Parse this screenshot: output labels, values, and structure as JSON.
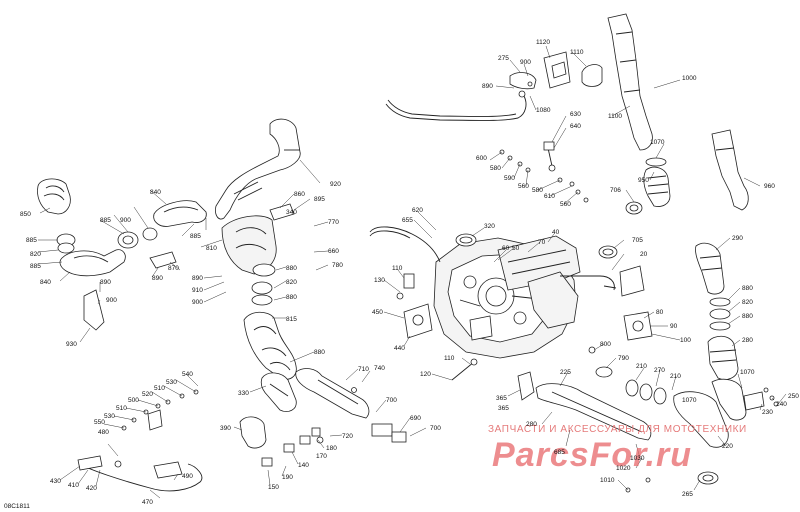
{
  "diagram_code": "08C1811",
  "watermark": {
    "line1": "ЗАПЧАСТИ И АКСЕССУАРЫ ДЛЯ МОТОТЕХНИКИ",
    "brand": "ParcsFor.ru",
    "color": "#e8686a"
  },
  "callouts": [
    "850",
    "885",
    "820",
    "885",
    "840",
    "840",
    "885",
    "870",
    "890",
    "885",
    "810",
    "860",
    "895",
    "920",
    "930",
    "890",
    "900",
    "900",
    "890",
    "910",
    "900",
    "880",
    "820",
    "880",
    "815",
    "880",
    "340",
    "330",
    "390",
    "770",
    "660",
    "780",
    "710",
    "700",
    "720",
    "740",
    "690",
    "700",
    "180",
    "170",
    "140",
    "190",
    "150",
    "480",
    "430",
    "410",
    "420",
    "490",
    "470",
    "550",
    "530",
    "510",
    "500",
    "520",
    "510",
    "530",
    "540",
    "275",
    "900",
    "890",
    "1080",
    "1120",
    "1110",
    "1000",
    "1100",
    "630",
    "640",
    "600",
    "580",
    "590",
    "560",
    "580",
    "610",
    "560",
    "620",
    "655",
    "320",
    "60",
    "50",
    "70",
    "40",
    "705",
    "20",
    "130",
    "110",
    "450",
    "440",
    "120",
    "110",
    "800",
    "790",
    "80",
    "90",
    "100",
    "210",
    "270",
    "210",
    "365",
    "225",
    "280",
    "685",
    "1030",
    "1020",
    "1010",
    "265",
    "220",
    "960",
    "1070",
    "950",
    "706",
    "1070",
    "290",
    "880",
    "820",
    "880",
    "280",
    "1070",
    "230",
    "240",
    "250",
    "365"
  ]
}
